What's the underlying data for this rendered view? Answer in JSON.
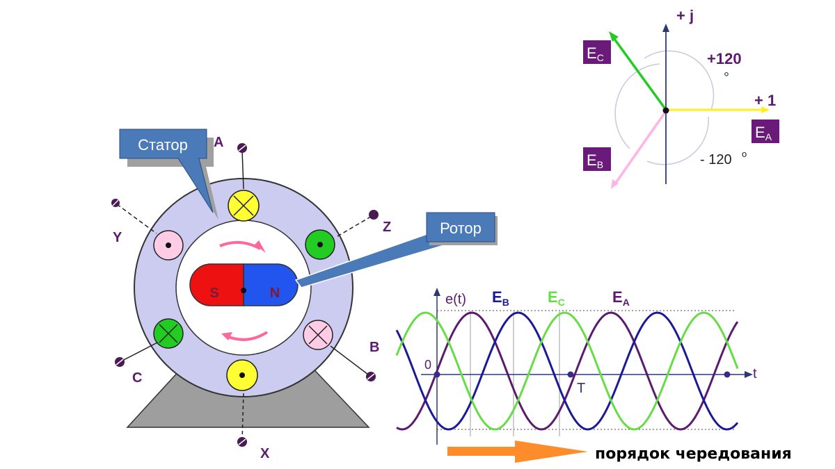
{
  "generator": {
    "callout_stator": "Статор",
    "callout_rotor": "Ротор",
    "rotor_pole_s": "S",
    "rotor_pole_n": "N",
    "terminals": {
      "a": "A",
      "b": "B",
      "c": "C",
      "x": "X",
      "y": "Y",
      "z": "Z"
    },
    "colors": {
      "housing": "#ccccf0",
      "pole_red": "#ee1111",
      "pole_blue": "#2255ee",
      "coil_yellow": "#ffff33",
      "coil_green": "#22cc22",
      "coil_pink": "#ffcce6",
      "callout_fill": "#4a7ab8",
      "base": "#9e9e9e",
      "label_purple": "#5b1a6e"
    }
  },
  "phasor": {
    "axis_imag": "+ j",
    "axis_real": "+ 1",
    "angle_pos": "+120",
    "angle_pos_unit": "°",
    "angle_neg": "- 120",
    "angle_neg_unit": "o",
    "label_a": {
      "main": "E",
      "sub": "A"
    },
    "label_b": {
      "main": "E",
      "sub": "B"
    },
    "label_c": {
      "main": "E",
      "sub": "C"
    },
    "colors": {
      "ea": "#ffee22",
      "eb": "#ffb3e6",
      "ec": "#22cc22",
      "label_box": "#6a1b7a"
    }
  },
  "waveform": {
    "y_label": "e(t)",
    "x_label": "t",
    "origin": "0",
    "period": "T",
    "legend": [
      {
        "main": "E",
        "sub": "B",
        "color": "#1a1a99"
      },
      {
        "main": "E",
        "sub": "C",
        "color": "#66dd44"
      },
      {
        "main": "E",
        "sub": "A",
        "color": "#5b1a6e"
      }
    ]
  },
  "sequence": {
    "text": "порядок чередования",
    "arrow_color": "#ff8c2a"
  }
}
